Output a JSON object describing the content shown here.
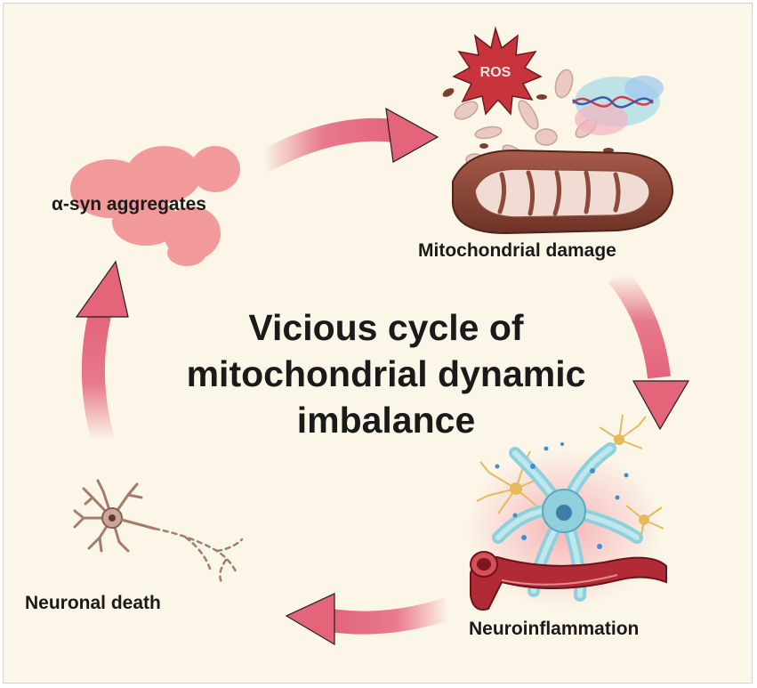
{
  "diagram": {
    "title_lines": [
      "Vicious cycle of",
      "mitochondrial dynamic",
      "imbalance"
    ],
    "nodes": {
      "asyn": "α-syn aggregates",
      "mito": "Mitochondrial damage",
      "neuroinflammation": "Neuroinflammation",
      "death": "Neuronal death"
    },
    "ros_label": "ROS"
  },
  "colors": {
    "background": "#fbf6e8",
    "arrow": "#e4647a",
    "aggregate": "#f29a9a",
    "mitochondria": "#8c4a3c",
    "microglia": "#8fd0dc",
    "astrocyte": "#e6b95a",
    "vessel": "#b02b35",
    "neuron": "#a67b6a",
    "ros": "#c8343c"
  },
  "icons": [
    "alpha-synuclein-aggregate-icon",
    "damaged-mitochondrion-icon",
    "ros-burst-icon",
    "dna-protein-icon",
    "microglia-icon",
    "astrocyte-icon",
    "blood-vessel-icon",
    "degenerating-neuron-icon"
  ]
}
